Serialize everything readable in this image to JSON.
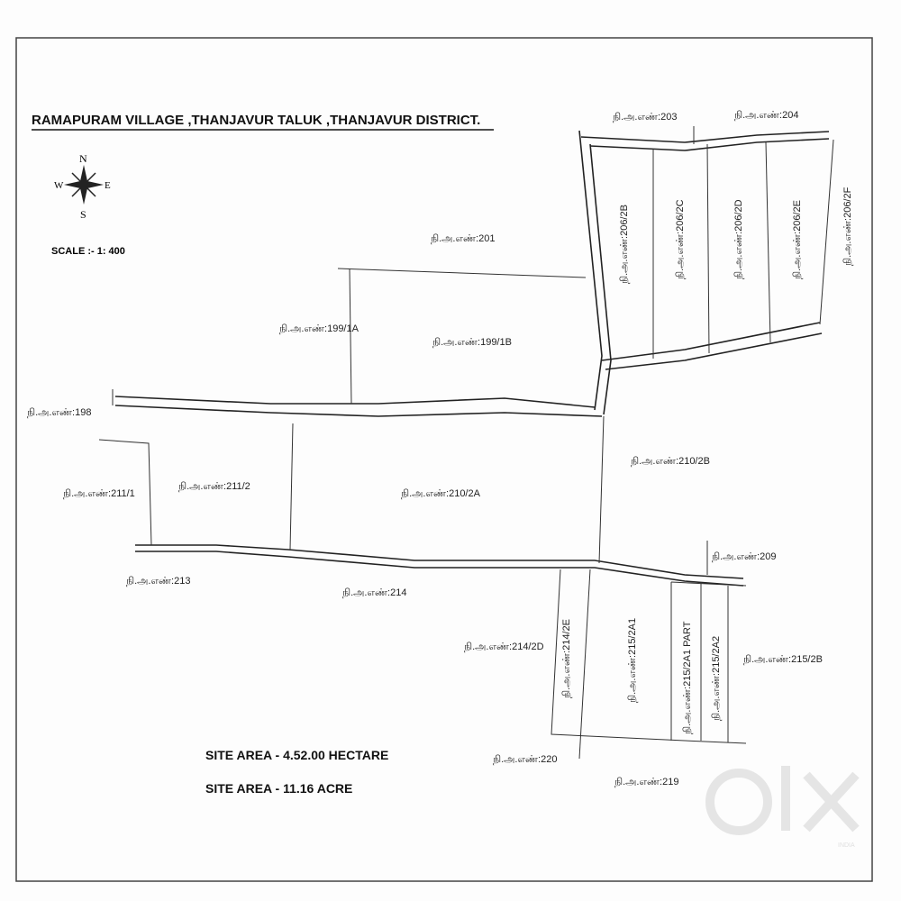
{
  "title": "RAMAPURAM  VILLAGE ,THANJAVUR TALUK ,THANJAVUR DISTRICT.",
  "compass": {
    "n": "N",
    "s": "S",
    "e": "E",
    "w": "W"
  },
  "scale": "SCALE :- 1: 400",
  "site_area_hectare": "SITE AREA - 4.52.00 HECTARE",
  "site_area_acre": "SITE AREA - 11.16 ACRE",
  "survey_labels": {
    "s203": "நி.அ.எண்:203",
    "s204": "நி.அ.எண்:204",
    "s201": "நி.அ.எண்:201",
    "s199_1a": "நி.அ.எண்:199/1A",
    "s199_1b": "நி.அ.எண்:199/1B",
    "s198": "நி.அ.எண்:198",
    "s211_1": "நி.அ.எண்:211/1",
    "s211_2": "நி.அ.எண்:211/2",
    "s210_2a": "நி.அ.எண்:210/2A",
    "s210_2b": "நி.அ.எண்:210/2B",
    "s213": "நி.அ.எண்:213",
    "s214": "நி.அ.எண்:214",
    "s209": "நி.அ.எண்:209",
    "s214_2d": "நி.அ.எண்:214/2D",
    "s215_2b": "நி.அ.எண்:215/2B",
    "s220": "நி.அ.எண்:220",
    "s219": "நி.அ.எண்:219",
    "s206_2b": "நி.அ.எண்:206/2B",
    "s206_2c": "நி.அ.எண்:206/2C",
    "s206_2d": "நி.அ.எண்:206/2D",
    "s206_2e": "நி.அ.எண்:206/2E",
    "s206_2f": "நி.அ.எண்:206/2F",
    "s214_2e": "நி.அ.எண்:214/2E",
    "s215_2a1": "நி.அ.எண்:215/2A1",
    "s215_2a1_part": "நி.அ.எண்:215/2A1 PART",
    "s215_2a2": "நி.அ.எண்:215/2A2"
  },
  "watermark": {
    "logo": "OLX",
    "sub": "INDIA"
  }
}
